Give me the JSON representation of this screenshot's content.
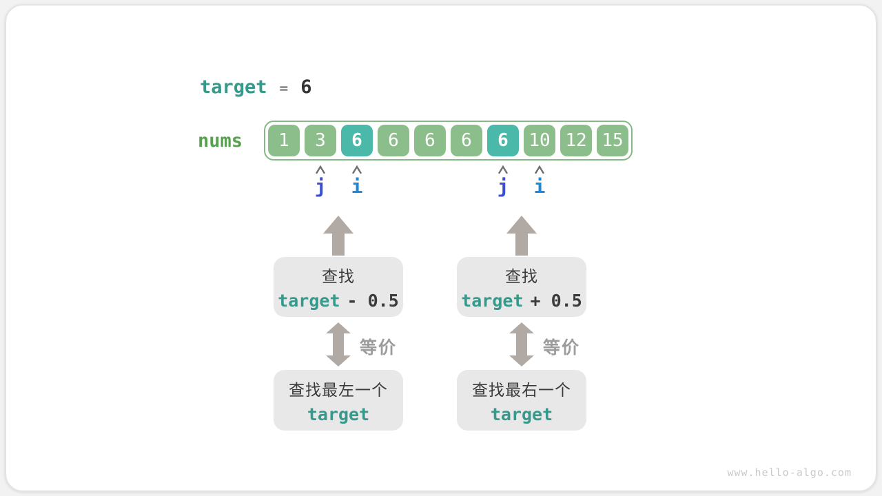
{
  "page": {
    "watermark": "www.hello-algo.com"
  },
  "header": {
    "keyword": "target",
    "equals": "=",
    "value": "6"
  },
  "array": {
    "label": "nums",
    "cells": [
      {
        "value": "1",
        "highlight": false
      },
      {
        "value": "3",
        "highlight": false
      },
      {
        "value": "6",
        "highlight": true
      },
      {
        "value": "6",
        "highlight": false
      },
      {
        "value": "6",
        "highlight": false
      },
      {
        "value": "6",
        "highlight": false
      },
      {
        "value": "6",
        "highlight": true
      },
      {
        "value": "10",
        "highlight": false
      },
      {
        "value": "12",
        "highlight": false
      },
      {
        "value": "15",
        "highlight": false
      }
    ]
  },
  "pointers": {
    "items": [
      {
        "label": "j",
        "color": "#3a4fd1",
        "cell_index": 1
      },
      {
        "label": "i",
        "color": "#1e88d8",
        "cell_index": 2
      },
      {
        "label": "j",
        "color": "#3a4fd1",
        "cell_index": 6
      },
      {
        "label": "i",
        "color": "#1e88d8",
        "cell_index": 7
      }
    ]
  },
  "flows": {
    "left": {
      "top_line1": "查找",
      "top_code_target": "target",
      "top_code_op": "- 0.5",
      "equiv": "等价",
      "bottom_line1": "查找最左一个",
      "bottom_code": "target"
    },
    "right": {
      "top_line1": "查找",
      "top_code_target": "target",
      "top_code_op": "+ 0.5",
      "equiv": "等价",
      "bottom_line1": "查找最右一个",
      "bottom_code": "target"
    }
  },
  "colors": {
    "accent_teal": "#35998b",
    "cell_green": "#8cbe8c",
    "cell_highlight": "#4ab9aa",
    "array_border": "#85b885",
    "nums_green": "#57a04f",
    "pointer_j": "#3a4fd1",
    "pointer_i": "#1e88d8",
    "arrow_gray": "#b1aaa4",
    "box_gray": "#e9e8e8"
  }
}
